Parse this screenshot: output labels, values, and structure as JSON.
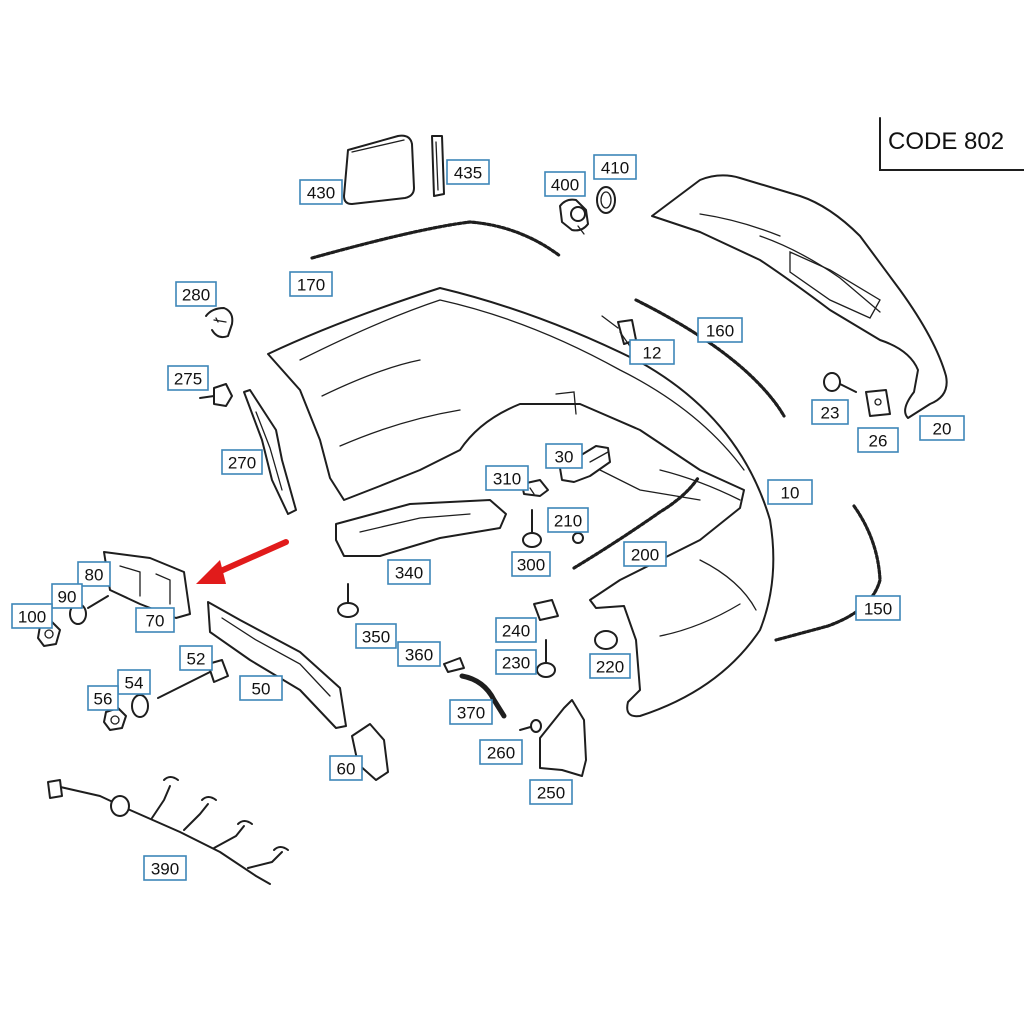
{
  "diagram": {
    "code_label": "CODE 802",
    "accent_colors": {
      "callout_border": "#3d86b8",
      "arrow": "#e11b1b",
      "line_art": "#1e1e1e"
    },
    "callouts": [
      "430",
      "435",
      "400",
      "410",
      "170",
      "280",
      "160",
      "12",
      "275",
      "23",
      "26",
      "20",
      "270",
      "30",
      "310",
      "10",
      "210",
      "300",
      "200",
      "80",
      "90",
      "100",
      "70",
      "340",
      "150",
      "350",
      "240",
      "360",
      "230",
      "220",
      "52",
      "54",
      "56",
      "50",
      "370",
      "260",
      "60",
      "250",
      "390"
    ]
  }
}
